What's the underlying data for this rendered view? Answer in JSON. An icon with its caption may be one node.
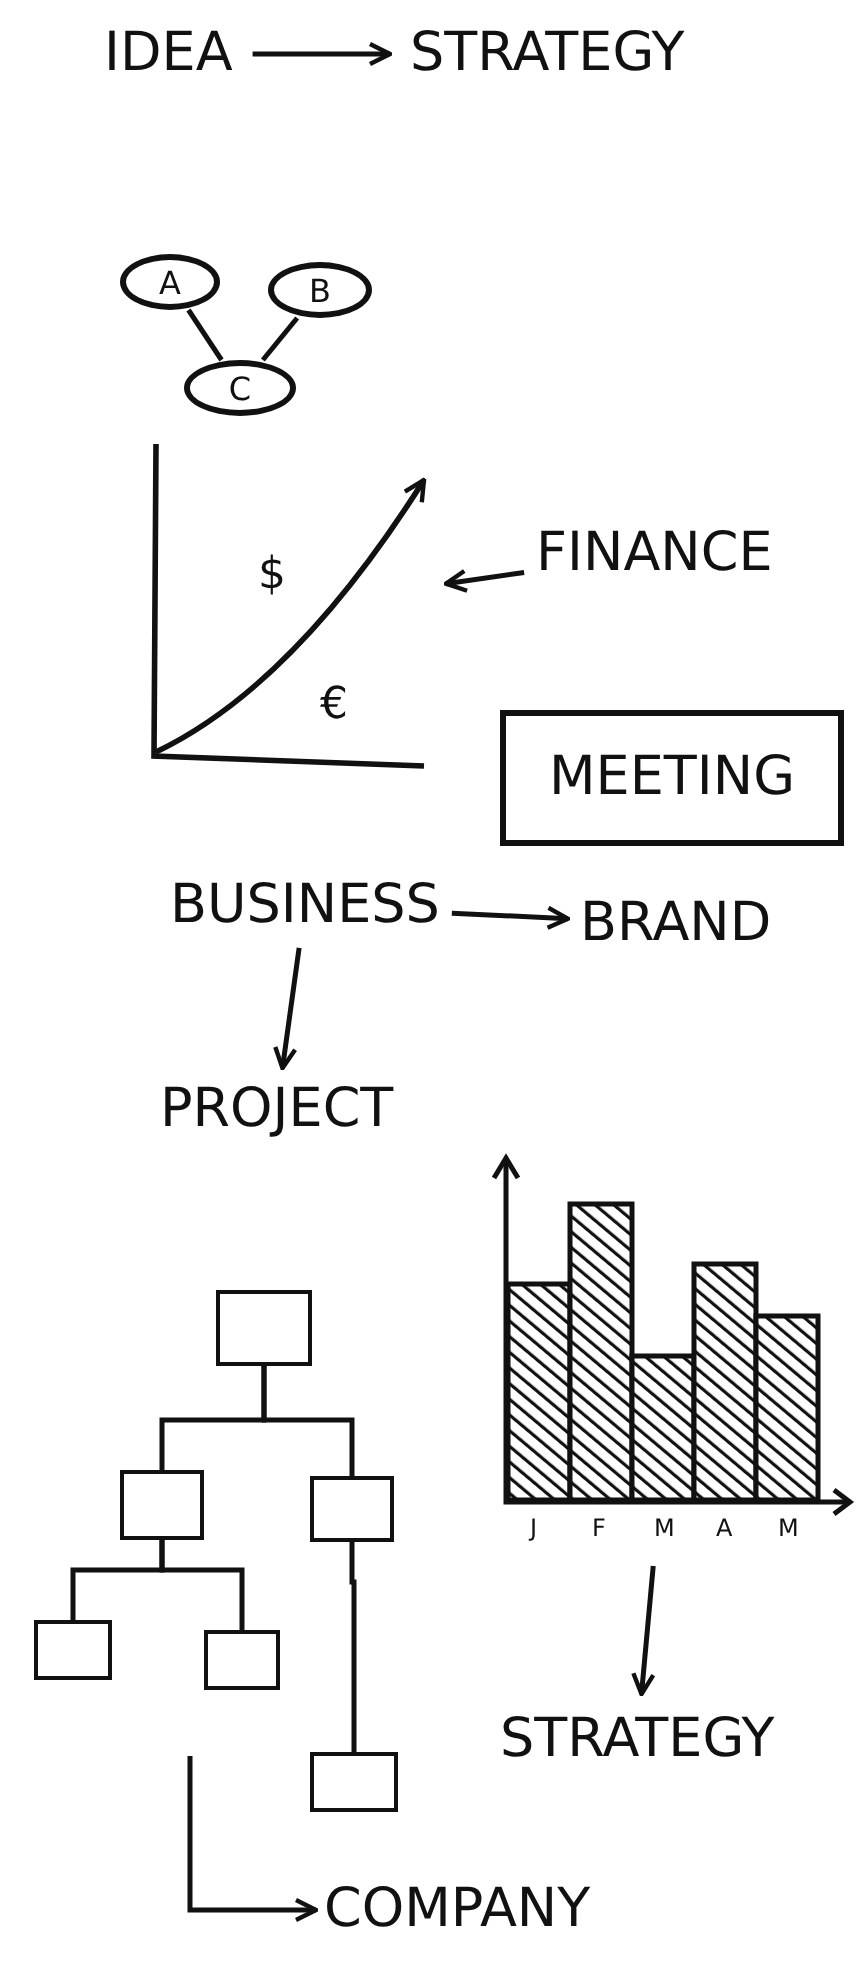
{
  "diagram": {
    "nodes": [
      {
        "text": [
          "IDEA"
        ]
      },
      {
        "text": [
          "STRATEGY"
        ]
      },
      {
        "text": [
          "A"
        ]
      },
      {
        "text": [
          "B"
        ]
      },
      {
        "text": [
          "C"
        ]
      },
      {
        "text": [
          "$",
          "€"
        ]
      },
      {
        "text": [
          "FINANCE"
        ]
      },
      {
        "text": [
          "MEETING"
        ]
      },
      {
        "text": [
          "BUSINESS"
        ]
      },
      {
        "text": [
          "BRAND"
        ]
      },
      {
        "text": [
          "PROJECT"
        ]
      },
      {
        "text": [
          "J",
          "F",
          "M",
          "A",
          "M"
        ]
      },
      {
        "text": [],
        "shape": "box"
      },
      {
        "text": [],
        "shape": "box"
      },
      {
        "text": [],
        "shape": "box"
      },
      {
        "text": [],
        "shape": "box"
      },
      {
        "text": [],
        "shape": "box"
      },
      {
        "text": [],
        "shape": "box"
      },
      {
        "text": [
          "STRATEGY"
        ]
      },
      {
        "text": [
          "COMPANY"
        ]
      }
    ],
    "edges": [
      {
        "from": 0,
        "to": 1,
        "arrow": "to"
      },
      {
        "from": 2,
        "to": 4,
        "arrow": "none"
      },
      {
        "from": 3,
        "to": 4,
        "arrow": "none"
      },
      {
        "from": 6,
        "to": 5,
        "arrow": "to"
      },
      {
        "from": 8,
        "to": 9,
        "arrow": "to"
      },
      {
        "from": 8,
        "to": 10,
        "arrow": "to"
      },
      {
        "from": 12,
        "to": 13,
        "arrow": "none"
      },
      {
        "from": 12,
        "to": 14,
        "arrow": "none"
      },
      {
        "from": 13,
        "to": 15,
        "arrow": "none"
      },
      {
        "from": 13,
        "to": 16,
        "arrow": "none"
      },
      {
        "from": 14,
        "to": 17,
        "arrow": "none"
      },
      {
        "from": 11,
        "to": 18,
        "arrow": "to"
      },
      {
        "from": null,
        "to": 19,
        "arrow": "to"
      }
    ]
  }
}
